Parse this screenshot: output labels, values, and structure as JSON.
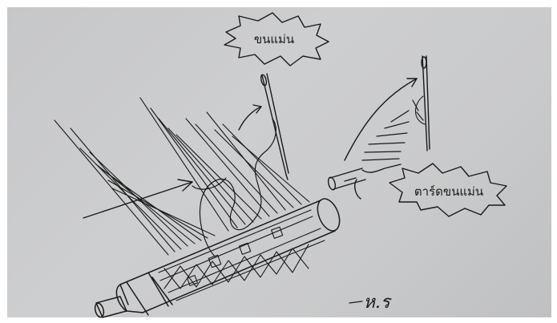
{
  "sketch": {
    "label_needle": "ขนแม่น",
    "label_cut": "ตาร์ดขนแม่น",
    "signature": "ห.ร"
  },
  "colors": {
    "paper": "#c9cacc",
    "ink": "#1a1a1a",
    "frame": "#ffffff"
  }
}
